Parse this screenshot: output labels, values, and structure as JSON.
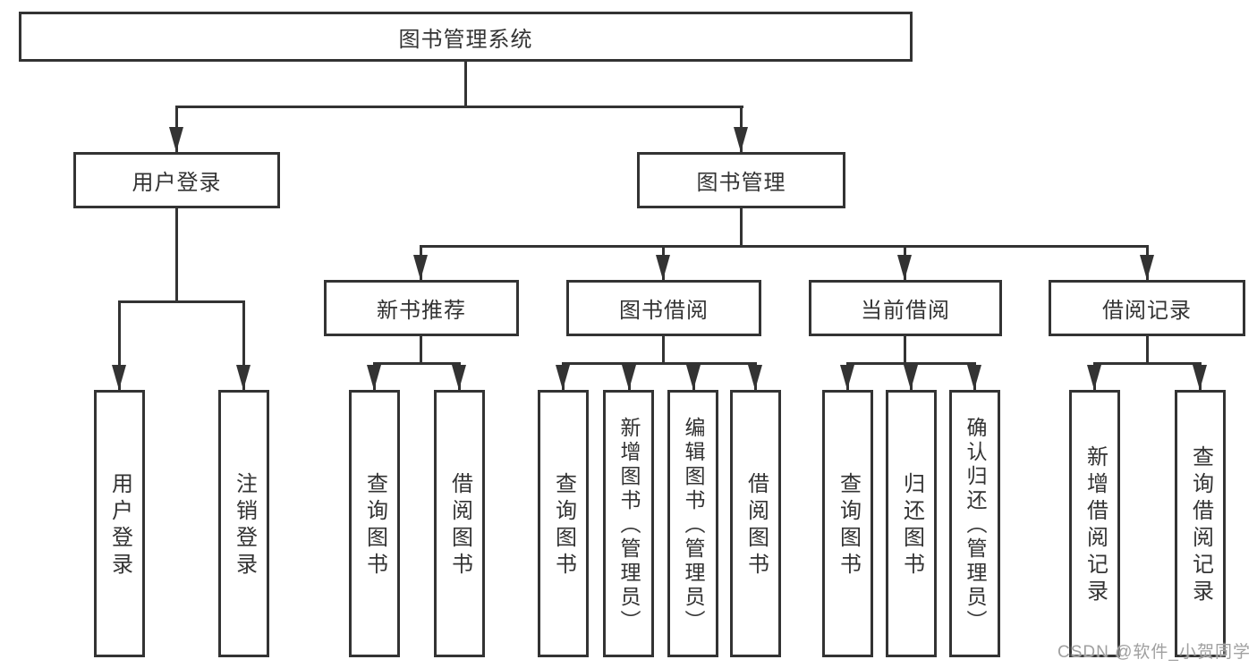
{
  "diagram": {
    "root": {
      "label": "图书管理系统"
    },
    "user_login": {
      "label": "用户登录",
      "children": [
        {
          "label": "用户登录"
        },
        {
          "label": "注销登录"
        }
      ]
    },
    "book_mgmt": {
      "label": "图书管理",
      "groups": [
        {
          "label": "新书推荐",
          "children": [
            {
              "label": "查询图书"
            },
            {
              "label": "借阅图书"
            }
          ]
        },
        {
          "label": "图书借阅",
          "children": [
            {
              "label": "查询图书"
            },
            {
              "label": "新增图书（管理员）"
            },
            {
              "label": "编辑图书（管理员）"
            },
            {
              "label": "借阅图书"
            }
          ]
        },
        {
          "label": "当前借阅",
          "children": [
            {
              "label": "查询图书"
            },
            {
              "label": "归还图书"
            },
            {
              "label": "确认归还（管理员）"
            }
          ]
        },
        {
          "label": "借阅记录",
          "children": [
            {
              "label": "新增借阅记录"
            },
            {
              "label": "查询借阅记录"
            }
          ]
        }
      ]
    }
  },
  "watermark": {
    "text": "CSDN @软件_小贺同学"
  },
  "colors": {
    "line": "#333333",
    "background": "#ffffff",
    "watermark": "#a0a0a0"
  }
}
